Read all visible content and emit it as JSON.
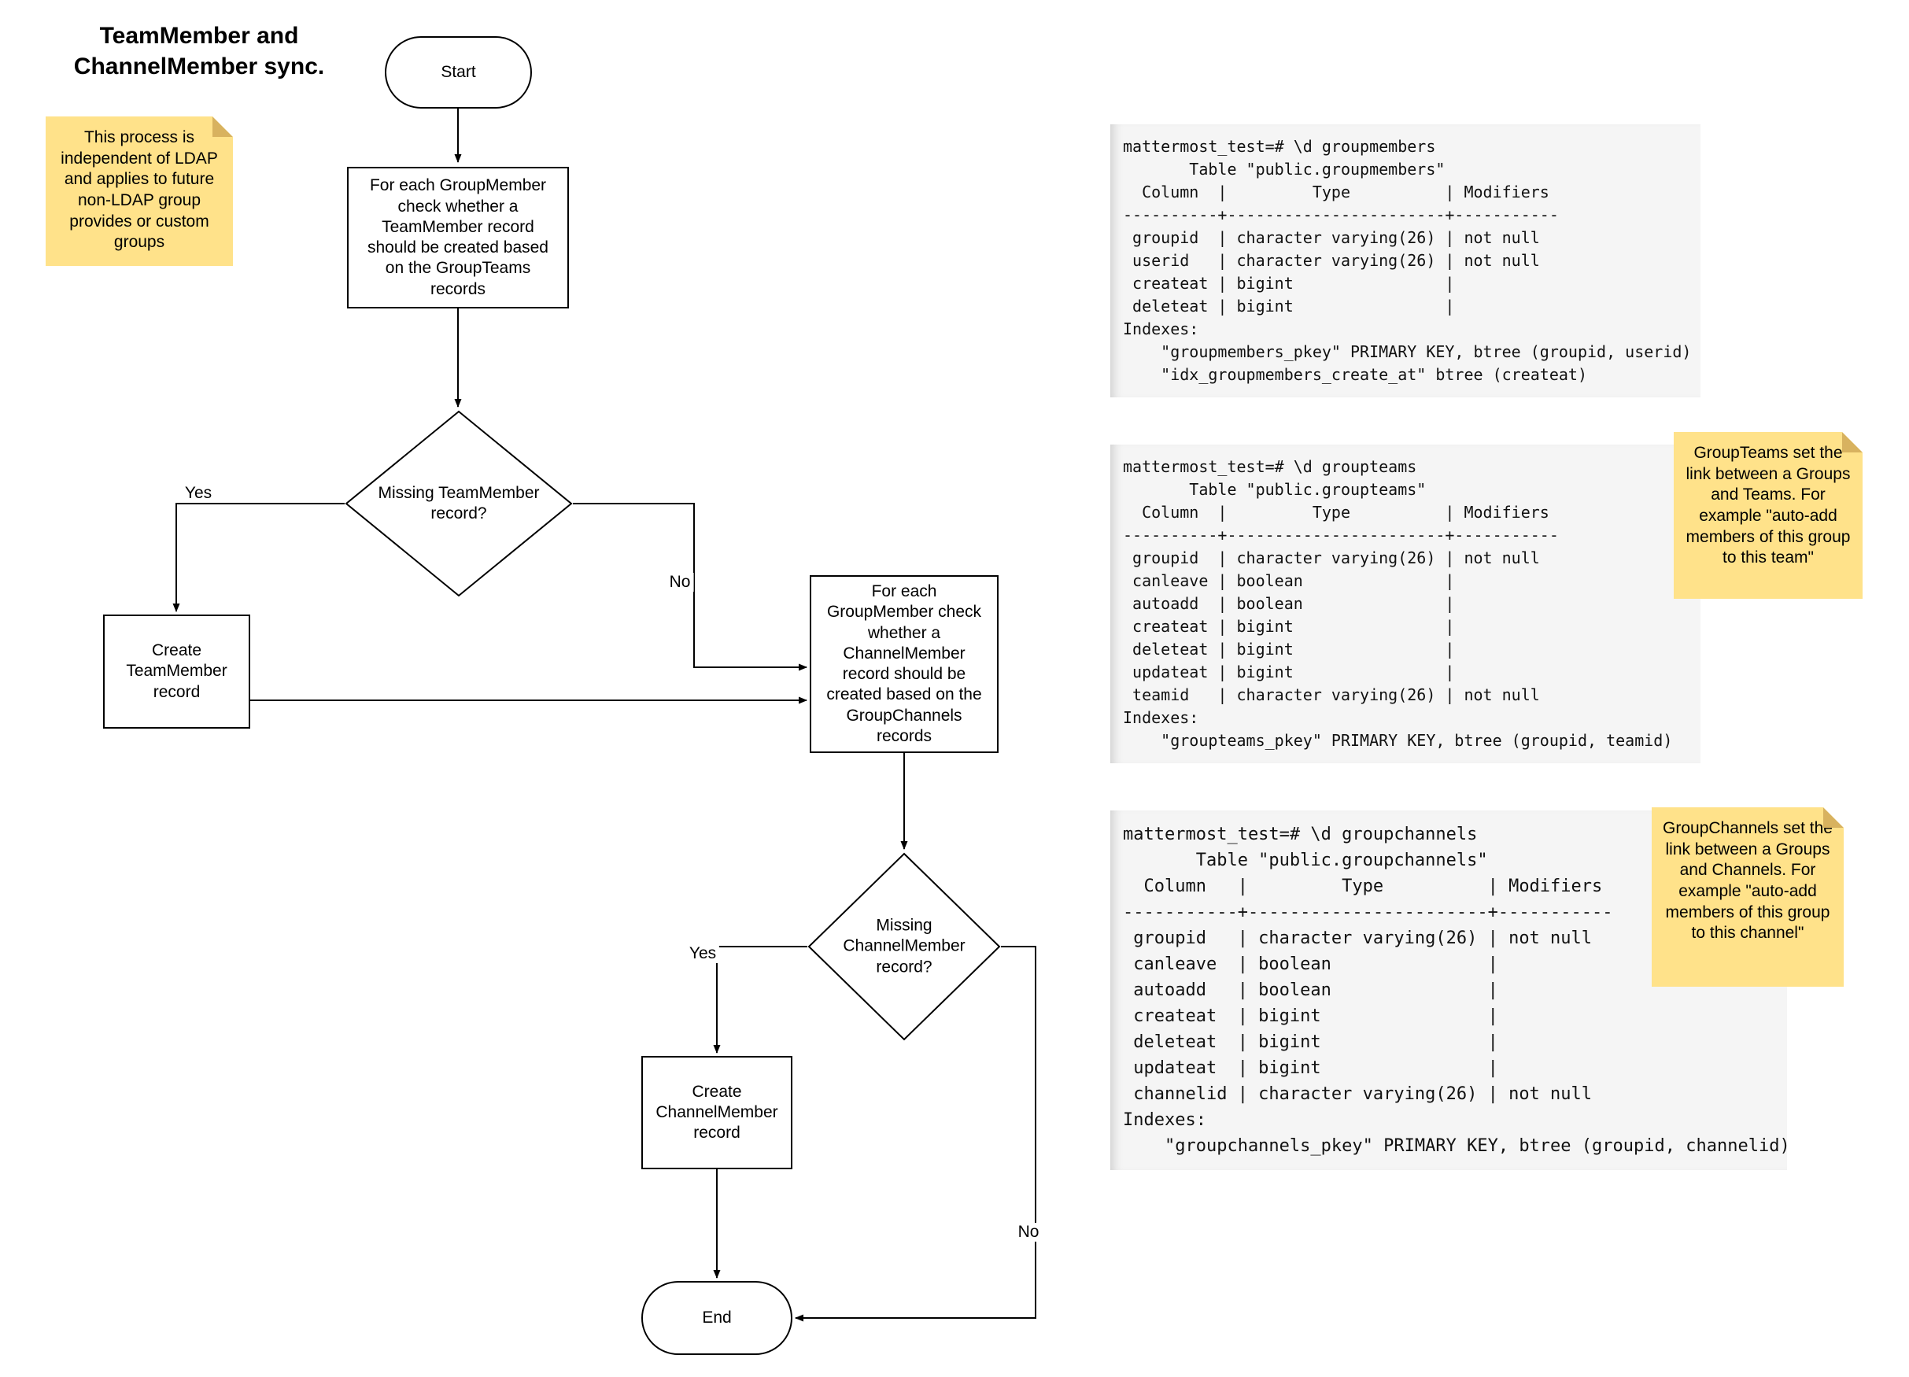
{
  "title": "TeamMember and ChannelMember sync.",
  "colors": {
    "note_fill": "#FFE28A",
    "note_fold": "#D8B25F",
    "terminal_bg": "#F5F5F5",
    "stroke": "#000000"
  },
  "notes": {
    "ldap": "This process is independent of LDAP and applies to future non-LDAP group provides or custom groups",
    "groupteams": "GroupTeams set the link between a Groups and Teams. For example \"auto-add members of this group to this team\"",
    "groupchannels": "GroupChannels set the link between a Groups and Channels. For example \"auto-add members of this group to this channel\""
  },
  "flowchart": {
    "start": "Start",
    "process1": "For each GroupMember check whether a TeamMember record should be created based on the GroupTeams records",
    "decision1": "Missing TeamMember record?",
    "create_team": "Create TeamMember record",
    "process2": "For each GroupMember check whether a ChannelMember record should be created based on the GroupChannels records",
    "decision2": "Missing ChannelMember record?",
    "create_channel": "Create ChannelMember record",
    "end": "End",
    "labels": {
      "yes1": "Yes",
      "no1": "No",
      "yes2": "Yes",
      "no2": "No"
    }
  },
  "terminals": {
    "groupmembers": [
      "mattermost_test=# \\d groupmembers",
      "       Table \"public.groupmembers\"",
      "  Column  |         Type          | Modifiers",
      "----------+-----------------------+-----------",
      " groupid  | character varying(26) | not null",
      " userid   | character varying(26) | not null",
      " createat | bigint                |",
      " deleteat | bigint                |",
      "Indexes:",
      "    \"groupmembers_pkey\" PRIMARY KEY, btree (groupid, userid)",
      "    \"idx_groupmembers_create_at\" btree (createat)"
    ],
    "groupteams": [
      "mattermost_test=# \\d groupteams",
      "       Table \"public.groupteams\"",
      "  Column  |         Type          | Modifiers",
      "----------+-----------------------+-----------",
      " groupid  | character varying(26) | not null",
      " canleave | boolean               |",
      " autoadd  | boolean               |",
      " createat | bigint                |",
      " deleteat | bigint                |",
      " updateat | bigint                |",
      " teamid   | character varying(26) | not null",
      "Indexes:",
      "    \"groupteams_pkey\" PRIMARY KEY, btree (groupid, teamid)"
    ],
    "groupchannels": [
      "mattermost_test=# \\d groupchannels",
      "       Table \"public.groupchannels\"",
      "  Column   |         Type          | Modifiers",
      "-----------+-----------------------+-----------",
      " groupid   | character varying(26) | not null",
      " canleave  | boolean               |",
      " autoadd   | boolean               |",
      " createat  | bigint                |",
      " deleteat  | bigint                |",
      " updateat  | bigint                |",
      " channelid | character varying(26) | not null",
      "Indexes:",
      "    \"groupchannels_pkey\" PRIMARY KEY, btree (groupid, channelid)"
    ]
  }
}
